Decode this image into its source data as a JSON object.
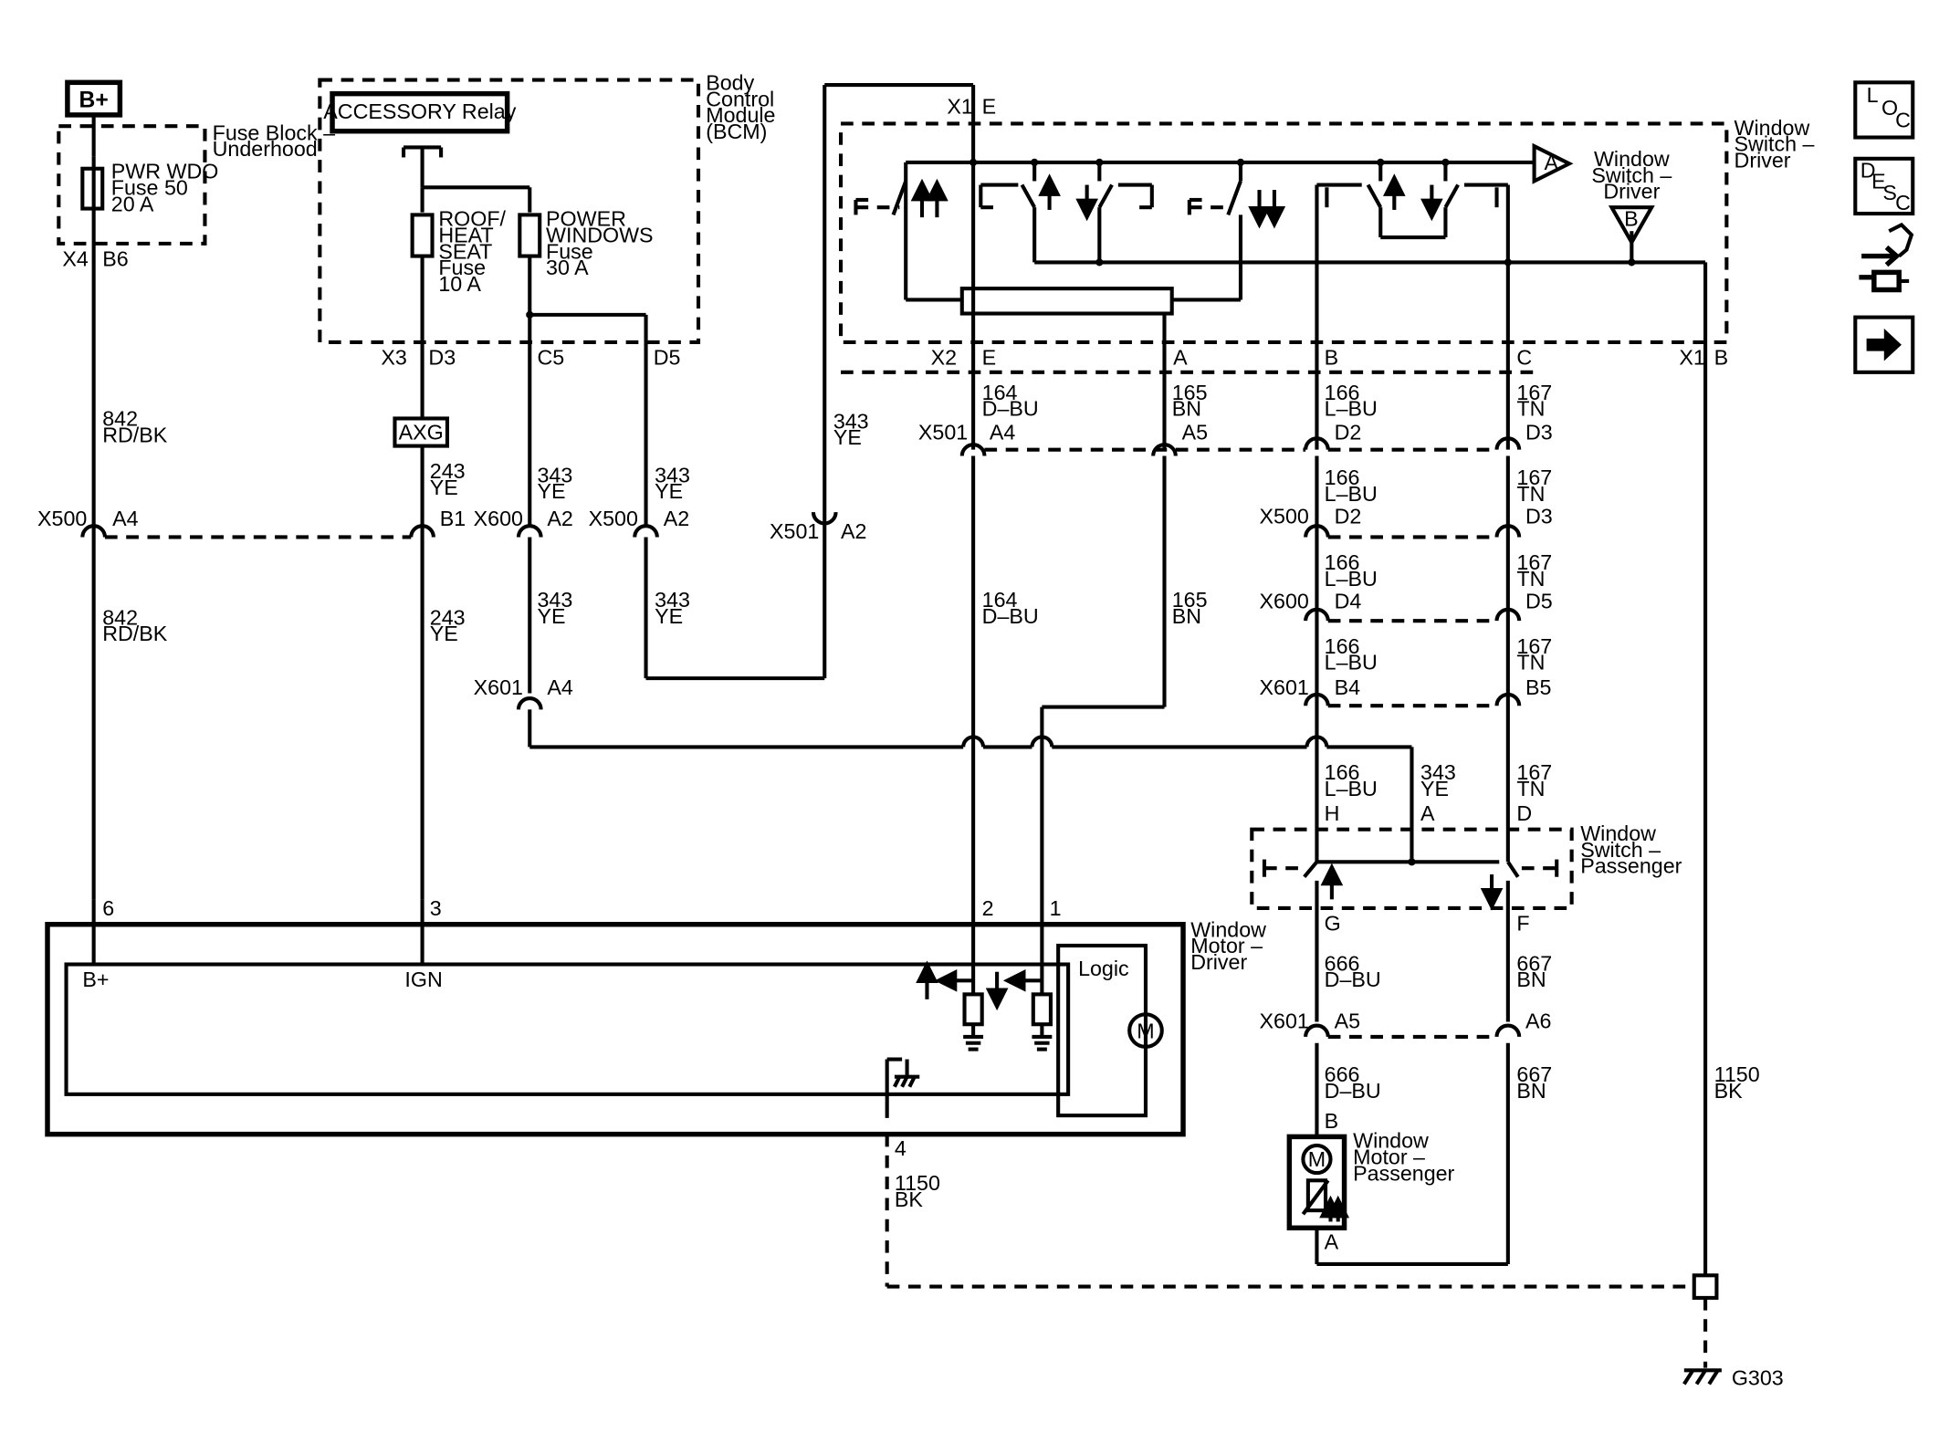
{
  "components": {
    "b_plus": "B+",
    "fuse_block_title": [
      "Fuse Block –",
      "Underhood"
    ],
    "pwr_wdo_fuse": [
      "PWR WDO",
      "Fuse 50",
      "20 A"
    ],
    "accessory_relay": "ACCESSORY Relay",
    "bcm_title": [
      "Body",
      "Control",
      "Module",
      "(BCM)"
    ],
    "roof_heat_fuse": [
      "ROOF/",
      "HEAT",
      "SEAT",
      "Fuse",
      "10 A"
    ],
    "power_windows_fuse": [
      "POWER",
      "WINDOWS",
      "Fuse",
      "30 A"
    ],
    "axg": "AXG",
    "window_switch_driver_title": [
      "Window",
      "Switch –",
      "Driver"
    ],
    "window_switch_driver_inner": [
      "Window",
      "Switch –",
      "Driver"
    ],
    "window_switch_passenger_title": [
      "Window",
      "Switch –",
      "Passenger"
    ],
    "window_motor_driver_title": [
      "Window",
      "Motor –",
      "Driver"
    ],
    "window_motor_passenger_title": [
      "Window",
      "Motor –",
      "Passenger"
    ],
    "logic": "Logic",
    "motor_symbol": "M",
    "b_plus_pin": "B+",
    "ign_pin": "IGN",
    "ground": "G303",
    "off_page_a": "A",
    "off_page_b": "B"
  },
  "connectors": {
    "x4_b6": [
      "X4",
      "B6"
    ],
    "x3_d3": [
      "X3",
      "D3"
    ],
    "c5": "C5",
    "d5": "D5",
    "x1_e": [
      "X1",
      "E"
    ],
    "x1_b": [
      "X1",
      "B"
    ],
    "x2": "X2",
    "sw_pins_top": [
      "E",
      "A",
      "B",
      "C"
    ],
    "x500_a4": [
      "X500",
      "A4"
    ],
    "b1": "B1",
    "x600_a2": [
      "X600",
      "A2"
    ],
    "x500_a2": [
      "X500",
      "A2"
    ],
    "x501_a2": [
      "X501",
      "A2"
    ],
    "x501_a4_a5": [
      "X501",
      "A4",
      "A5"
    ],
    "x501_d2_d3": [
      "D2",
      "D3"
    ],
    "x500_d2_d3": [
      "X500",
      "D2",
      "D3"
    ],
    "x600_d4_d5": [
      "X600",
      "D4",
      "D5"
    ],
    "x601_b4_b5": [
      "X601",
      "B4",
      "B5"
    ],
    "x601_a4": [
      "X601",
      "A4"
    ],
    "pass_switch_pins": [
      "H",
      "A",
      "D",
      "G",
      "F"
    ],
    "x601_a5_a6": [
      "X601",
      "A5",
      "A6"
    ],
    "motor_driver_pins": [
      "6",
      "3",
      "2",
      "1",
      "4"
    ],
    "motor_pass_pins": [
      "B",
      "A"
    ]
  },
  "wires": {
    "w842": [
      "842",
      "RD/BK"
    ],
    "w243": [
      "243",
      "YE"
    ],
    "w343": [
      "343",
      "YE"
    ],
    "w164": [
      "164",
      "D–BU"
    ],
    "w165": [
      "165",
      "BN"
    ],
    "w166": [
      "166",
      "L–BU"
    ],
    "w167": [
      "167",
      "TN"
    ],
    "w666": [
      "666",
      "D–BU"
    ],
    "w667": [
      "667",
      "BN"
    ],
    "w1150": [
      "1150",
      "BK"
    ]
  },
  "nav_buttons": [
    {
      "letters": [
        "L",
        "O",
        "C"
      ]
    },
    {
      "letters": [
        "D",
        "E",
        "S",
        "C"
      ]
    },
    {
      "icon": "connector-tool-icon"
    },
    {
      "icon": "arrow-right-icon"
    }
  ]
}
